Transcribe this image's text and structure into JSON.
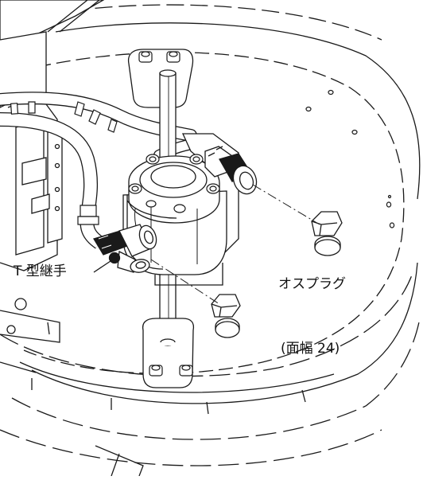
{
  "figure": {
    "callouts": {
      "tee_fitting": "T 型継手",
      "plug": "オスプラグ",
      "plug_note": "(面幅 24)"
    },
    "colors": {
      "line": "#1a1a1a",
      "fill": "#ffffff",
      "shade": "#d9d9d9",
      "dark": "#111111"
    }
  }
}
